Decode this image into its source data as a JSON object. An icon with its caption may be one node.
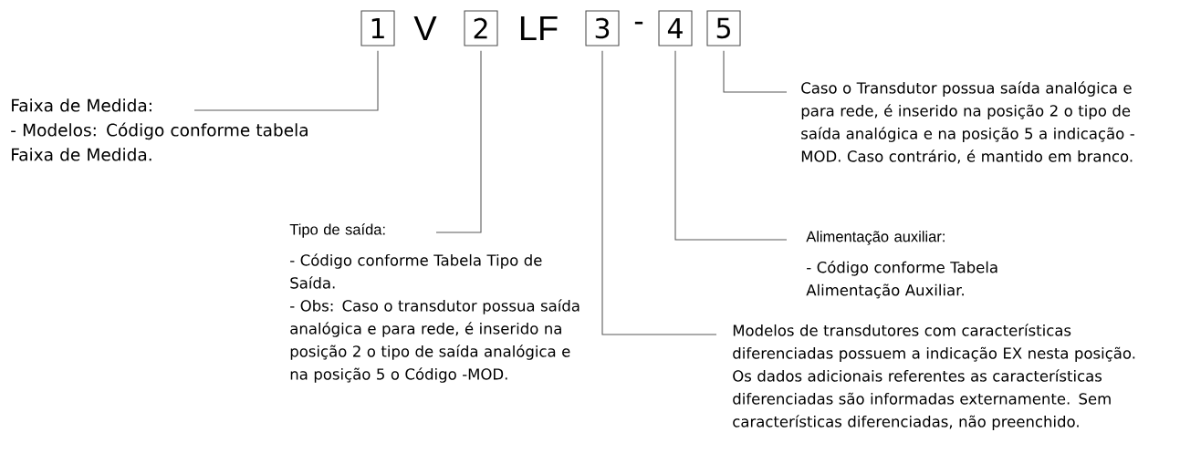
{
  "diagram": {
    "nodes": [
      {
        "text": [
          "1"
        ]
      },
      {
        "text": [
          "2"
        ]
      },
      {
        "text": [
          "3"
        ]
      },
      {
        "text": [
          "4"
        ]
      },
      {
        "text": [
          "5"
        ]
      },
      {
        "text": [
          "Faixa de Medida:",
          "- Modelos: Código conforme tabela Faixa de Medida."
        ]
      },
      {
        "text": [
          "Tipo de saída:",
          "- Código conforme Tabela Tipo de Saída.",
          "- Obs: Caso o transdutor possua saída analógica e para rede, é inserido na posição 2 o tipo de saída analógica e na posição 5 o Código -MOD."
        ]
      },
      {
        "text": [
          "Alimentação auxiliar:",
          "- Código conforme Tabela Alimentação Auxiliar."
        ]
      },
      {
        "text": [
          "Modelos de transdutores com características diferenciadas possuem a indicação EX nesta posição. Os dados adicionais referentes as características diferenciadas são informadas externamente. Sem características diferenciadas, não preenchido."
        ]
      },
      {
        "text": [
          "Caso o Transdutor possua saída analógica e para rede, é inserido na posição 2 o tipo de saída analógica e na posição 5 a indicação -MOD. Caso contrário, é mantido em branco."
        ]
      }
    ],
    "edges": [
      {
        "from": 5,
        "to": 0,
        "arrow": "none"
      },
      {
        "from": 6,
        "to": 1,
        "arrow": "none"
      },
      {
        "from": 8,
        "to": 2,
        "arrow": "none"
      },
      {
        "from": 7,
        "to": 3,
        "arrow": "none"
      },
      {
        "from": 9,
        "to": 4,
        "arrow": "none"
      }
    ],
    "labels": [
      "V",
      "LF",
      "-"
    ]
  }
}
